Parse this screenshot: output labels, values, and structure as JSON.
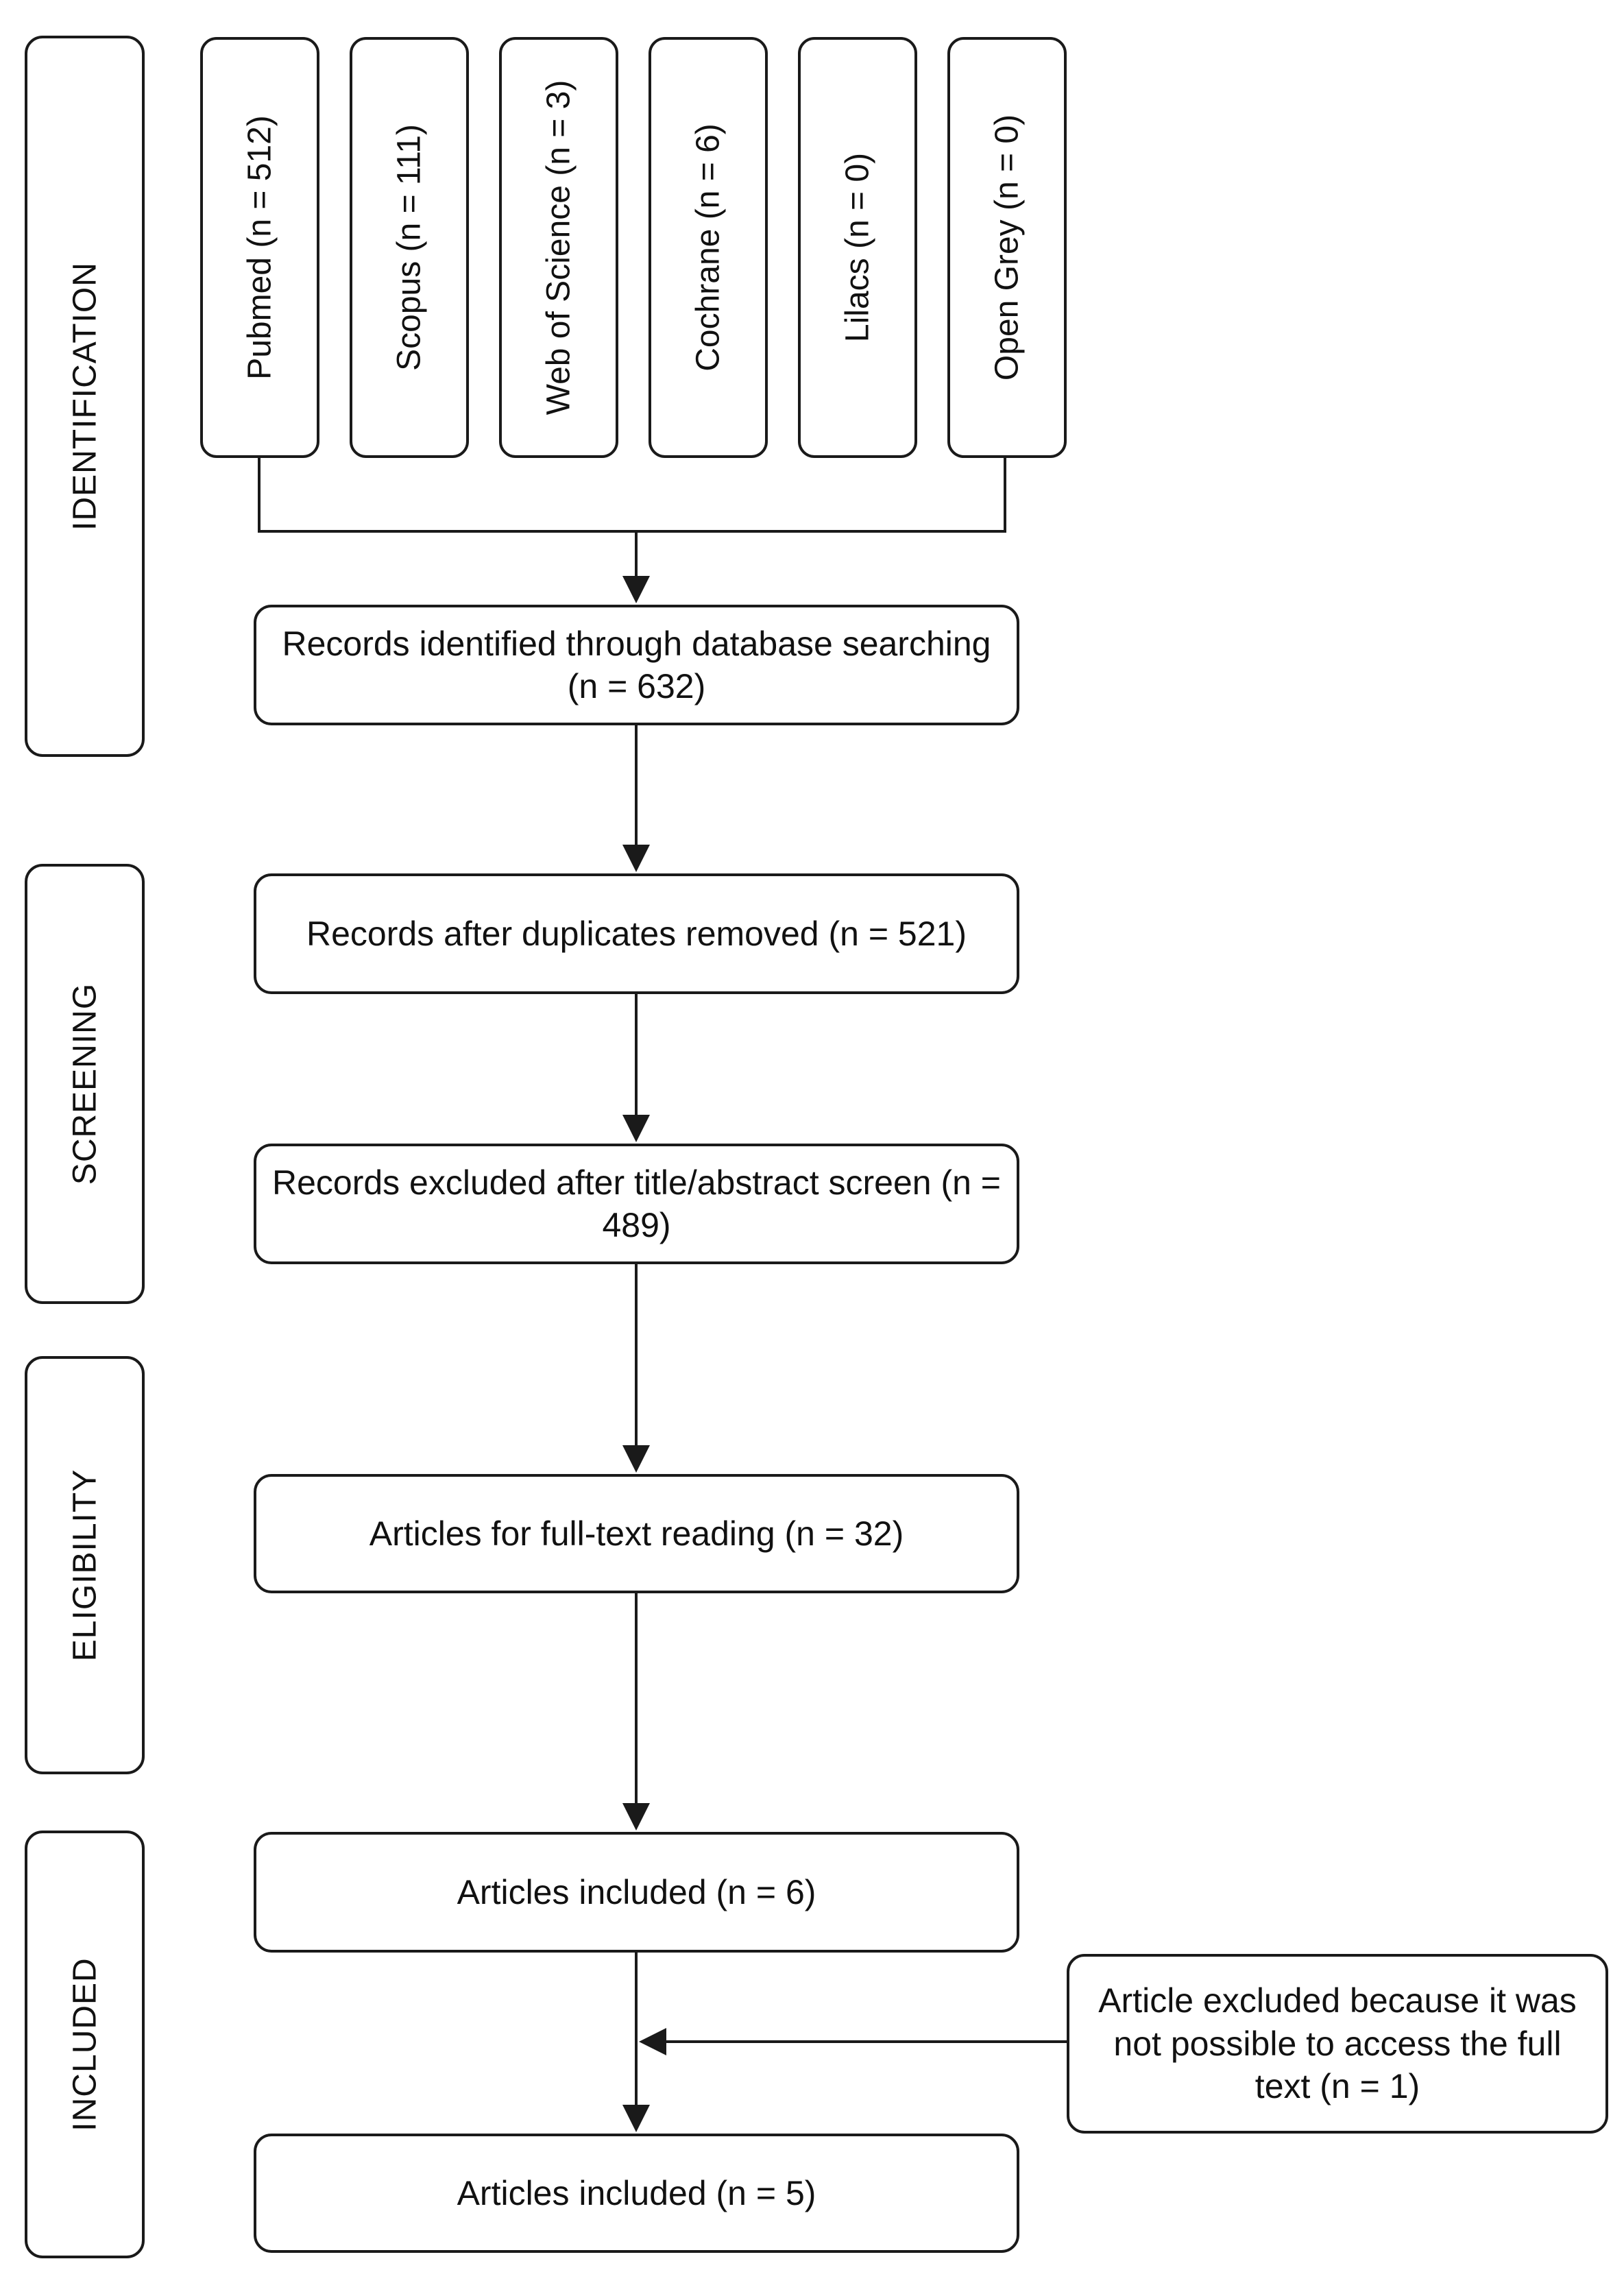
{
  "stages": {
    "identification": "IDENTIFICATION",
    "screening": "SCREENING",
    "eligibility": "ELIGIBILITY",
    "included": "INCLUDED"
  },
  "sources": [
    {
      "label": "Pubmed (n = 512)"
    },
    {
      "label": "Scopus (n = 111)"
    },
    {
      "label": "Web of Science (n = 3)"
    },
    {
      "label": "Cochrane (n = 6)"
    },
    {
      "label": "Lilacs (n = 0)"
    },
    {
      "label": "Open Grey (n = 0)"
    }
  ],
  "flow": {
    "identified": "Records identified through database searching (n = 632)",
    "deduplicated": "Records after duplicates removed (n = 521)",
    "excluded_screen": "Records excluded after title/abstract screen (n = 489)",
    "full_text": "Articles for full-text reading  (n = 32)",
    "included_1": "Articles included (n = 6)",
    "excluded_access": "Article excluded because it was not possible to access the full text  (n = 1)",
    "included_2": "Articles included (n = 5)"
  },
  "colors": {
    "stroke": "#1a1a1a",
    "background": "#ffffff"
  }
}
